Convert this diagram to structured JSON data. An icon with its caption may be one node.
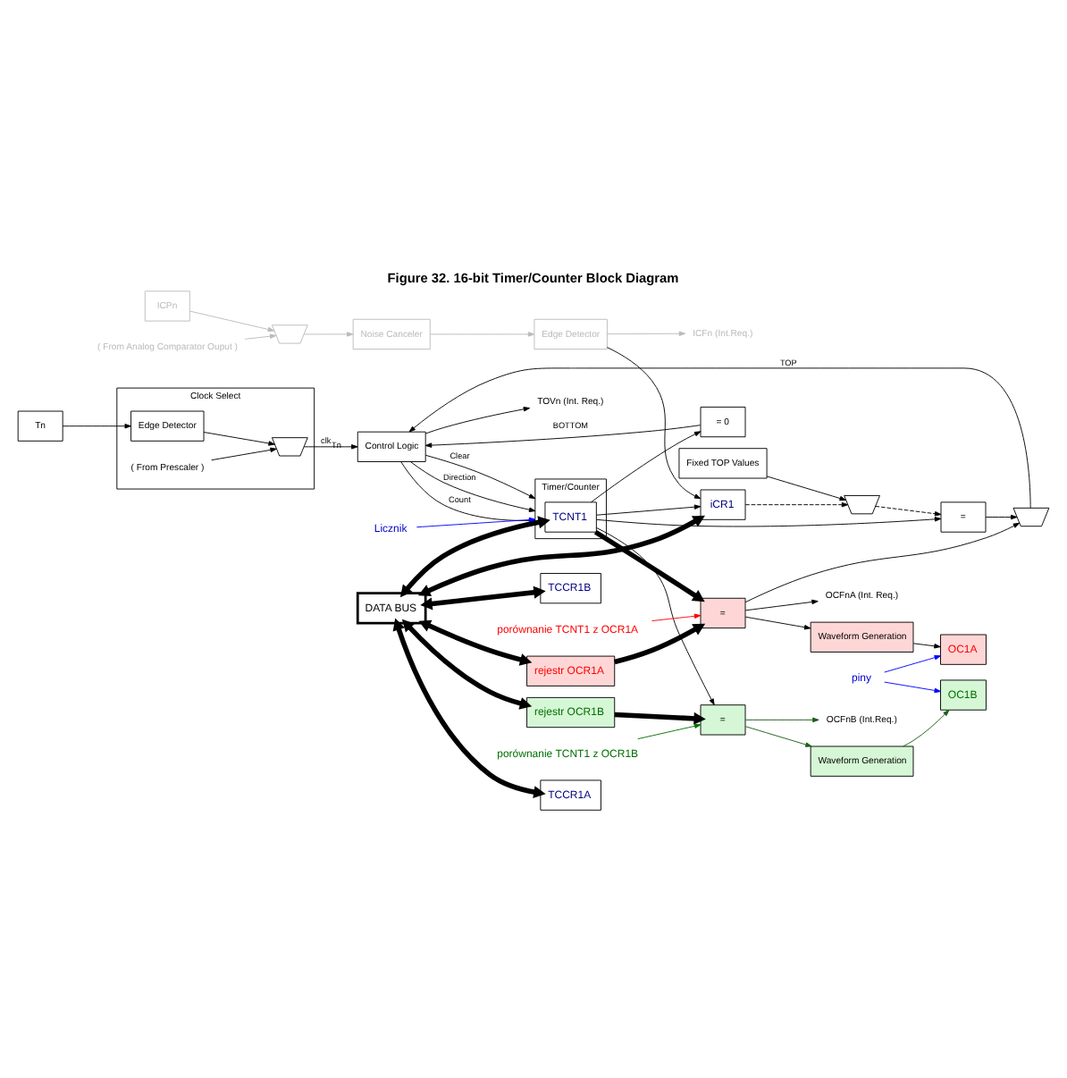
{
  "diagram": {
    "title": "Figure 32. 16-bit Timer/Counter Block Diagram",
    "nodes": [
      {
        "text": [
          "Control Logic"
        ]
      },
      {
        "text": [
          "Timer/Counter"
        ]
      },
      {
        "text": [
          "TCNT1"
        ],
        "in": 1
      },
      {
        "text": [
          "Clock Select"
        ]
      },
      {
        "text": [
          "Edge Detector"
        ],
        "in": 3
      },
      {
        "text": [],
        "shape": "trapezoid",
        "in": 3
      },
      {
        "text": [
          "Tn"
        ]
      },
      {
        "text": [
          "( From Prescaler )"
        ],
        "in": 3
      },
      {
        "text": [],
        "shape": "trapezoid"
      },
      {
        "text": [
          "="
        ]
      },
      {
        "text": [
          "= 0"
        ]
      },
      {
        "text": [
          "="
        ]
      },
      {
        "text": [
          "rejestr OCR1A"
        ]
      },
      {
        "text": [],
        "shape": "trapezoid"
      },
      {
        "text": [
          "Fixed TOP Values"
        ]
      },
      {
        "text": [
          "OCFnA (Int. Req.)"
        ]
      },
      {
        "text": [
          "Waveform Generation"
        ]
      },
      {
        "text": [
          "OC1A"
        ]
      },
      {
        "text": [
          "="
        ]
      },
      {
        "text": [
          "rejestr OCR1B"
        ]
      },
      {
        "text": [
          "OCFnB (Int.Req.)"
        ]
      },
      {
        "text": [
          "Waveform Generation"
        ]
      },
      {
        "text": [
          "OC1B"
        ]
      },
      {
        "text": [
          "iCR1"
        ]
      },
      {
        "text": [
          "ICFn (Int.Req.)"
        ]
      },
      {
        "text": [
          "Edge Detector"
        ]
      },
      {
        "text": [
          "Noise Canceler"
        ]
      },
      {
        "text": [],
        "shape": "trapezoid"
      },
      {
        "text": [
          "( From Analog Comparator Ouput )"
        ]
      },
      {
        "text": [
          "ICPn"
        ]
      },
      {
        "text": [
          "TCCR1A"
        ]
      },
      {
        "text": [
          "TCCR1B"
        ]
      },
      {
        "text": [
          "DATA BUS"
        ]
      },
      {
        "text": [
          "TOVn (Int. Req.)"
        ]
      },
      {
        "text": [
          "Licznik"
        ]
      },
      {
        "text": [
          "porównanie TCNT1 z OCR1A"
        ]
      },
      {
        "text": [
          "porównanie TCNT1 z OCR1B"
        ]
      },
      {
        "text": [
          "piny"
        ]
      }
    ],
    "edges": [
      {
        "from": 0,
        "to": 1,
        "arrow": "to",
        "label": "Count"
      },
      {
        "from": 0,
        "to": 1,
        "arrow": "to",
        "label": "Clear"
      },
      {
        "from": 0,
        "to": 1,
        "arrow": "to",
        "label": "Direction"
      },
      {
        "from": 0,
        "to": 33,
        "arrow": "to"
      },
      {
        "from": 5,
        "to": 0,
        "arrow": "to",
        "label": "clk$_{Tn}$"
      },
      {
        "from": 4,
        "to": 5,
        "arrow": "to"
      },
      {
        "from": 7,
        "to": 5,
        "arrow": "to"
      },
      {
        "from": 6,
        "to": 4,
        "arrow": "to"
      },
      {
        "from": 8,
        "to": 0,
        "arrow": "to",
        "label": "TOP"
      },
      {
        "from": 10,
        "to": 0,
        "arrow": "to",
        "label": "BOTTOM"
      },
      {
        "from": 2,
        "to": 11,
        "arrow": "to",
        "style": "thick"
      },
      {
        "from": 2,
        "to": 9,
        "arrow": "to"
      },
      {
        "from": 2,
        "to": 10,
        "arrow": "to"
      },
      {
        "from": 2,
        "to": 18,
        "arrow": "to"
      },
      {
        "from": 2,
        "to": 23,
        "arrow": "to"
      },
      {
        "from": 12,
        "to": 11,
        "arrow": "to",
        "style": "thick"
      },
      {
        "from": 19,
        "to": 18,
        "arrow": "to",
        "style": "thick"
      },
      {
        "from": 11,
        "to": 8,
        "arrow": "to"
      },
      {
        "from": 9,
        "to": 8,
        "arrow": "to"
      },
      {
        "from": 13,
        "to": 9,
        "arrow": "to",
        "style": "dashed"
      },
      {
        "from": 14,
        "to": 13,
        "arrow": "to"
      },
      {
        "from": 23,
        "to": 13,
        "arrow": "to",
        "style": "dashed"
      },
      {
        "from": 11,
        "to": 15,
        "arrow": "to"
      },
      {
        "from": 11,
        "to": 16,
        "arrow": "to"
      },
      {
        "from": 16,
        "to": 17,
        "arrow": "to"
      },
      {
        "from": 18,
        "to": 20,
        "arrow": "to",
        "color": "#1a5c1a"
      },
      {
        "from": 18,
        "to": 21,
        "arrow": "to",
        "color": "#1a5c1a"
      },
      {
        "from": 21,
        "to": 22,
        "arrow": "to",
        "color": "#1a5c1a"
      },
      {
        "from": 29,
        "to": 27,
        "arrow": "to",
        "color": "#bbbbbb"
      },
      {
        "from": 28,
        "to": 27,
        "arrow": "to",
        "color": "#bbbbbb"
      },
      {
        "from": 27,
        "to": 26,
        "arrow": "to",
        "color": "#bbbbbb"
      },
      {
        "from": 26,
        "to": 25,
        "arrow": "to",
        "color": "#bbbbbb"
      },
      {
        "from": 25,
        "to": 24,
        "arrow": "to",
        "color": "#bbbbbb"
      },
      {
        "from": 25,
        "to": 23,
        "arrow": "to"
      },
      {
        "from": 32,
        "to": 2,
        "arrow": "both",
        "style": "thick"
      },
      {
        "from": 32,
        "to": 12,
        "arrow": "both",
        "style": "thick"
      },
      {
        "from": 32,
        "to": 19,
        "arrow": "both",
        "style": "thick"
      },
      {
        "from": 32,
        "to": 23,
        "arrow": "both",
        "style": "thick"
      },
      {
        "from": 32,
        "to": 30,
        "arrow": "both",
        "style": "thick"
      },
      {
        "from": 32,
        "to": 31,
        "arrow": "both",
        "style": "thick"
      },
      {
        "from": 34,
        "to": 1,
        "arrow": "to",
        "color": "#0000ff"
      },
      {
        "from": 35,
        "to": 11,
        "arrow": "to",
        "color": "#ff0000"
      },
      {
        "from": 36,
        "to": 18,
        "arrow": "to",
        "color": "#007000"
      },
      {
        "from": 37,
        "to": 17,
        "arrow": "to",
        "color": "#0000ff"
      },
      {
        "from": 37,
        "to": 22,
        "arrow": "to",
        "color": "#0000ff"
      }
    ]
  }
}
